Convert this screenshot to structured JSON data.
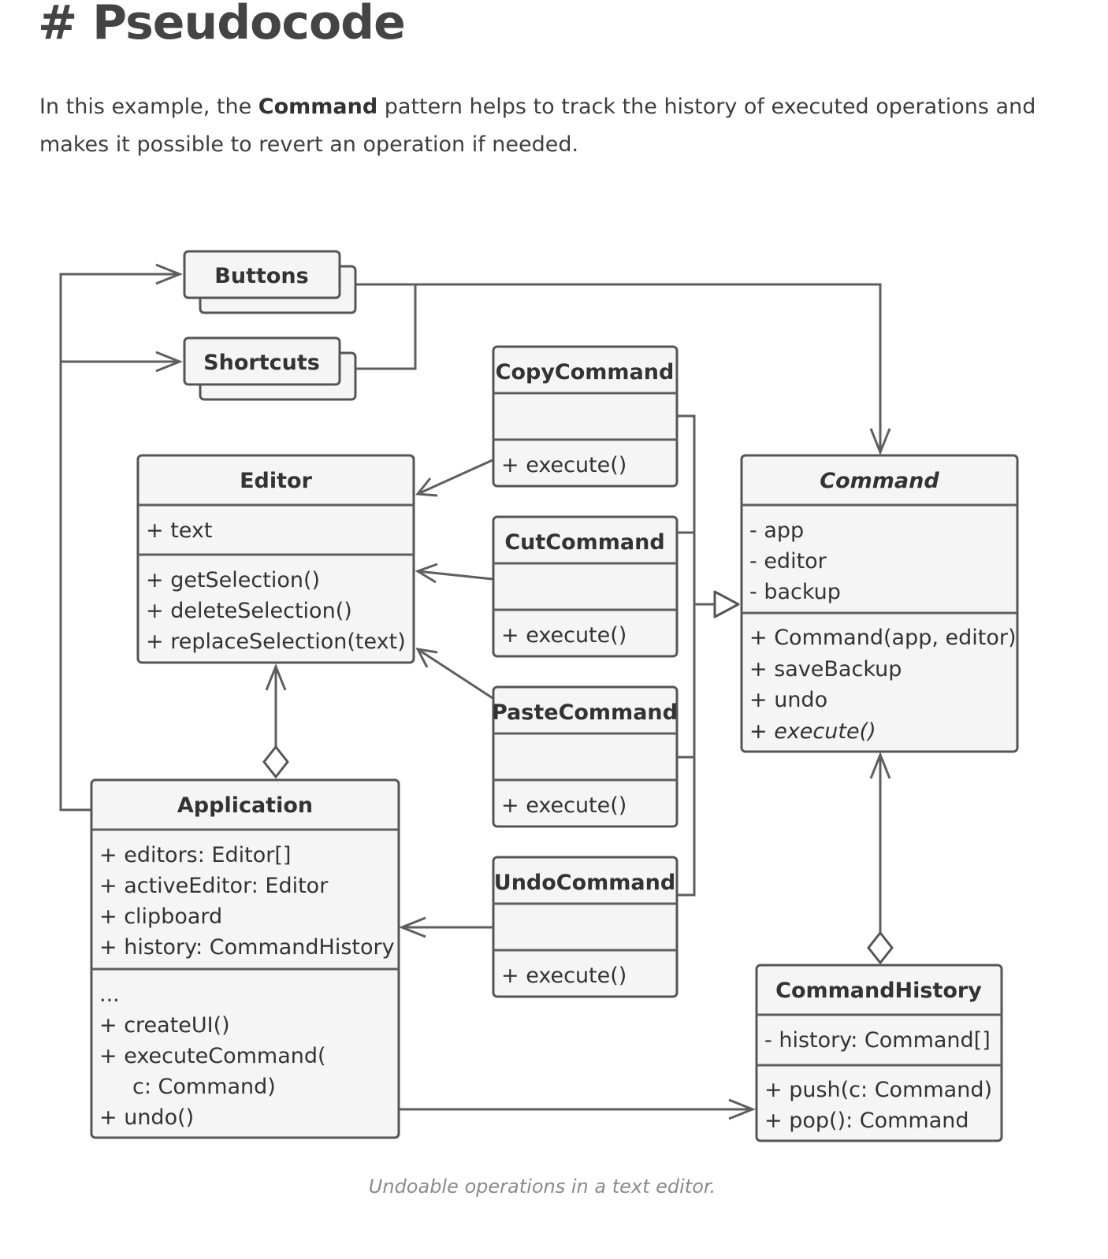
{
  "heading": "# Pseudocode",
  "intro": {
    "before": "In this example, the ",
    "bold": "Command",
    "after": " pattern helps to track the history of executed operations and makes it possible to revert an operation if needed."
  },
  "classes": {
    "buttons": {
      "name": "Buttons"
    },
    "shortcuts": {
      "name": "Shortcuts"
    },
    "copy": {
      "name": "CopyCommand",
      "methods": [
        "+ execute()"
      ]
    },
    "cut": {
      "name": "CutCommand",
      "methods": [
        "+ execute()"
      ]
    },
    "paste": {
      "name": "PasteCommand",
      "methods": [
        "+ execute()"
      ]
    },
    "undo": {
      "name": "UndoCommand",
      "methods": [
        "+ execute()"
      ]
    },
    "editor": {
      "name": "Editor",
      "fields": [
        "+ text"
      ],
      "methods": [
        "+ getSelection()",
        "+ deleteSelection()",
        "+ replaceSelection(text)"
      ]
    },
    "command": {
      "name": "Command",
      "fields": [
        "- app",
        "- editor",
        "- backup"
      ],
      "methods": [
        "+ Command(app, editor)",
        "+ saveBackup",
        "+ undo",
        "+ execute()"
      ]
    },
    "application": {
      "name": "Application",
      "fields": [
        "+ editors: Editor[]",
        "+ activeEditor: Editor",
        "+ clipboard",
        "+ history: CommandHistory"
      ],
      "methods": [
        "...",
        "+ createUI()",
        "+ executeCommand(",
        "c: Command)",
        "+ undo()"
      ]
    },
    "history": {
      "name": "CommandHistory",
      "fields": [
        "- history: Command[]"
      ],
      "methods": [
        "+ push(c: Command)",
        "+ pop(): Command"
      ]
    }
  },
  "caption": "Undoable operations in a text editor.",
  "colors": {
    "stroke": "#555555",
    "box_fill": "#f5f5f5",
    "text": "#333333",
    "caption": "#8a8a8a"
  }
}
